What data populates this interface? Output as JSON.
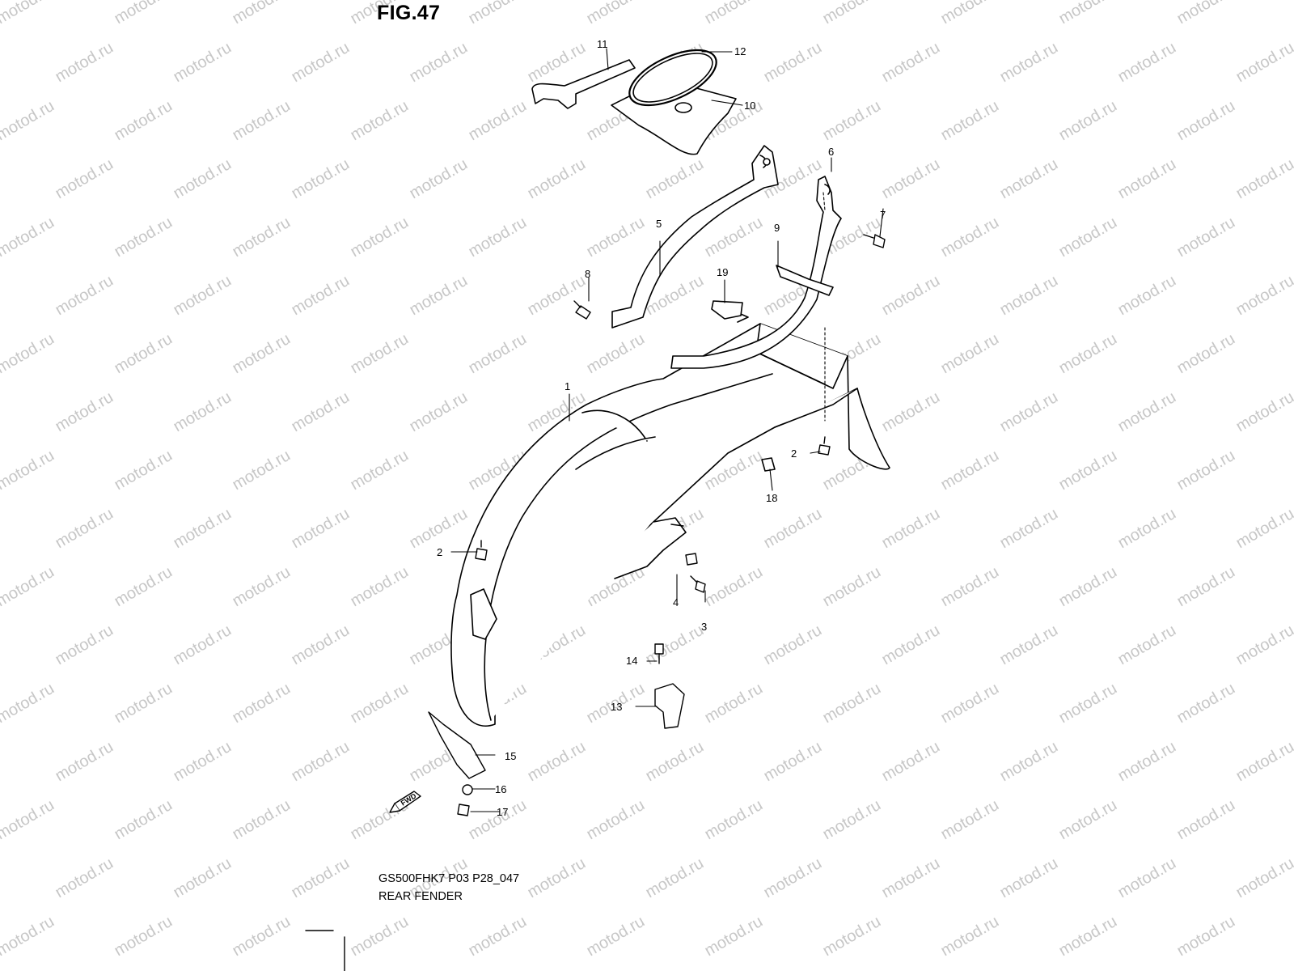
{
  "figure": {
    "title": "FIG.47",
    "code": "GS500FHK7 P03 P28_047",
    "name": "REAR FENDER"
  },
  "watermark": "motod.ru",
  "direction_label": "FWD",
  "callouts": [
    "1",
    "2",
    "2",
    "3",
    "4",
    "5",
    "6",
    "7",
    "8",
    "9",
    "10",
    "11",
    "12",
    "13",
    "14",
    "15",
    "16",
    "17",
    "18",
    "19"
  ]
}
